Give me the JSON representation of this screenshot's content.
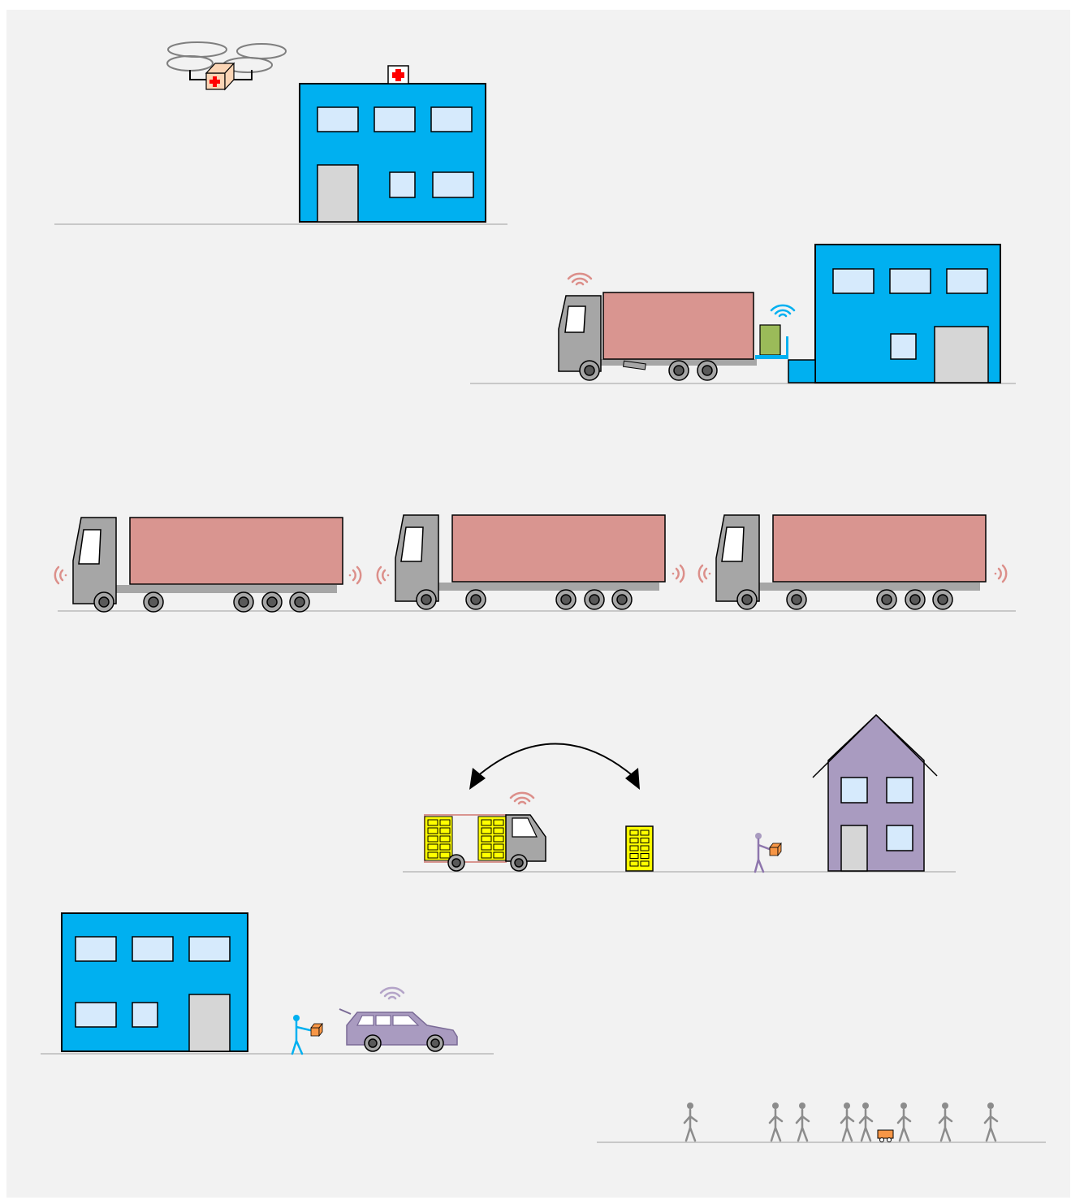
{
  "colors": {
    "background": "#f2f2f2",
    "building_blue": "#00b0f0",
    "window": "#d6eafc",
    "door": "#d6d6d6",
    "ground": "#c8c8c8",
    "truck_gray": "#a6a6a6",
    "trailer_pink": "#d99590",
    "wheel_dark": "#595959",
    "signal_red": "#dc8f8a",
    "signal_blue": "#00b0f0",
    "signal_purple": "#b4a4c8",
    "house_purple": "#a99bc0",
    "crate_yellow": "#ffff00",
    "package_orange": "#f79646",
    "green_box": "#9bbb59",
    "pedestrian_gray": "#8c8c8c",
    "medical_red": "#ff0000",
    "medkit_box": "#fbd5b5"
  },
  "scenes": [
    {
      "id": "drone-delivery",
      "items": [
        "drone-icon",
        "medkit-package-icon",
        "hospital-building"
      ]
    },
    {
      "id": "truck-docking",
      "items": [
        "truck-icon",
        "wifi-signal-icon",
        "warehouse-building",
        "forklift-robot-icon"
      ]
    },
    {
      "id": "truck-platooning",
      "items": [
        "truck-icon",
        "truck-icon",
        "truck-icon",
        "v2v-signal-icon"
      ]
    },
    {
      "id": "van-lastmile",
      "items": [
        "delivery-van-icon",
        "parcel-locker-icon",
        "swap-arrow-icon",
        "courier-icon",
        "house-building"
      ]
    },
    {
      "id": "car-pickup",
      "items": [
        "office-building",
        "person-icon",
        "station-wagon-icon",
        "wifi-signal-icon"
      ]
    },
    {
      "id": "sidewalk-robot",
      "items": [
        "pedestrian-icon",
        "delivery-robot-icon"
      ]
    }
  ]
}
